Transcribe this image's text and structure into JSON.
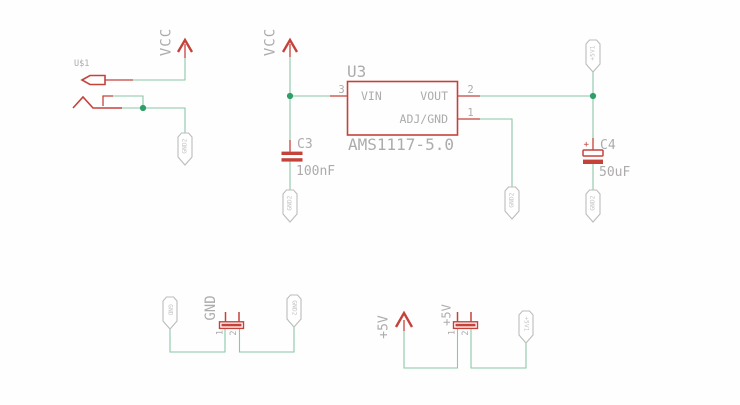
{
  "colors": {
    "background": "#fefefe",
    "symbol_red": "#c5423b",
    "wire_green": "#8bc7a6",
    "junction_green": "#2f9e68",
    "text_grey": "#adabab",
    "flag_grey": "#bcbcbc",
    "flag_text": "#c2c1c1"
  },
  "jack": {
    "designator": "U$1"
  },
  "power_symbols": {
    "vcc": "VCC",
    "plus5v": "+5V"
  },
  "regulator": {
    "name": "U3",
    "value": "AMS1117-5.0",
    "pins": {
      "vin": {
        "label": "VIN",
        "number": "3"
      },
      "vout": {
        "label": "VOUT",
        "number": "2"
      },
      "adj": {
        "label": "ADJ/GND",
        "number": "1"
      }
    }
  },
  "capacitors": {
    "c3": {
      "name": "C3",
      "value": "100nF"
    },
    "c4": {
      "name": "C4",
      "value": "50uF",
      "polarity_mark": "+"
    }
  },
  "net_flags": {
    "gnd": "GND",
    "gnd2": "GND2",
    "plus5v1": "+5V1"
  },
  "jumpers": {
    "gnd": {
      "name": "GND",
      "pin1": "1",
      "pin2": "2"
    },
    "plus5v": {
      "name": "+5V",
      "pin1": "1",
      "pin2": "2"
    }
  }
}
